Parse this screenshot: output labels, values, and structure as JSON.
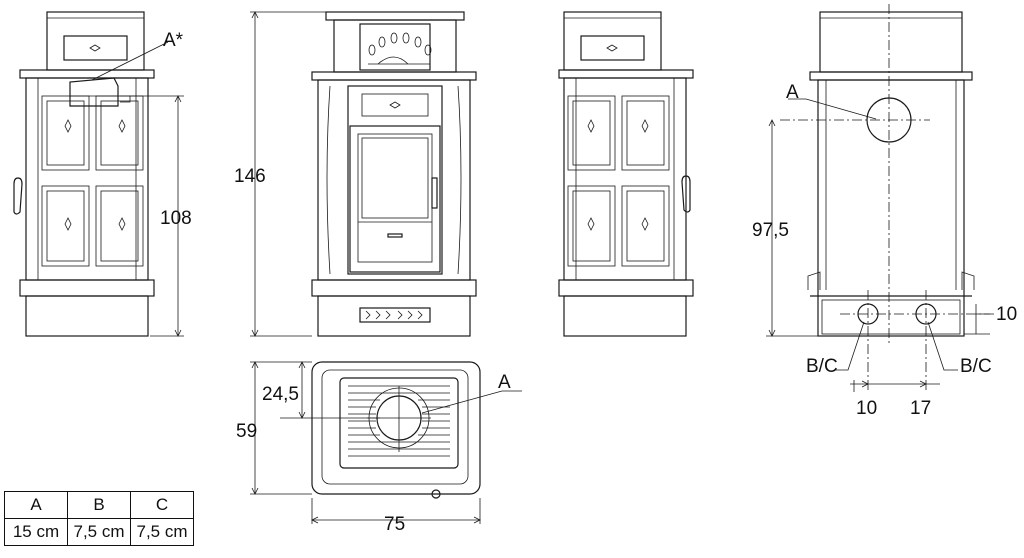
{
  "callouts": {
    "a_star": "A*",
    "a_back": "A",
    "a_top": "A",
    "bc_left": "B/C",
    "bc_right": "B/C"
  },
  "dimensions": {
    "front_height": "146",
    "side_height": "108",
    "back_height": "97,5",
    "back_offset": "10",
    "bc_spacing_a": "10",
    "bc_spacing_b": "17",
    "top_depth": "59",
    "top_offset": "24,5",
    "top_width": "75"
  },
  "table": {
    "headers": [
      "A",
      "B",
      "C"
    ],
    "values": [
      "15 cm",
      "7,5 cm",
      "7,5 cm"
    ]
  }
}
